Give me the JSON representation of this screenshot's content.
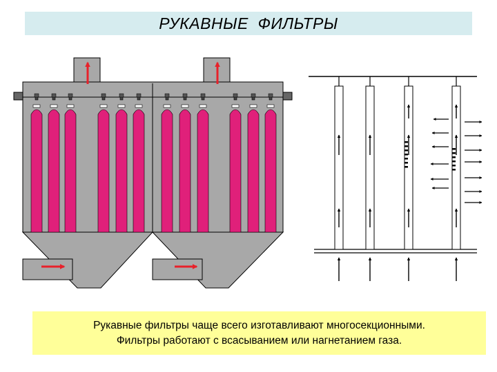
{
  "title": "РУКАВНЫЕ  ФИЛЬТРЫ",
  "caption": {
    "line1": "Рукавные фильтры чаще всего изготавливают многосекционными.",
    "line2": "Фильтры работают с всасыванием или нагнетанием газа."
  },
  "colors": {
    "title_background": "#d6ecef",
    "caption_background": "#ffff99",
    "housing": "#a8a8a8",
    "filter_bag": "#e0207a",
    "flow_arrow": "#e8212a",
    "outline": "#000000"
  },
  "icons": [
    "outlet-arrow-icon",
    "inlet-arrow-icon",
    "gas-flow-arrow-icon"
  ]
}
